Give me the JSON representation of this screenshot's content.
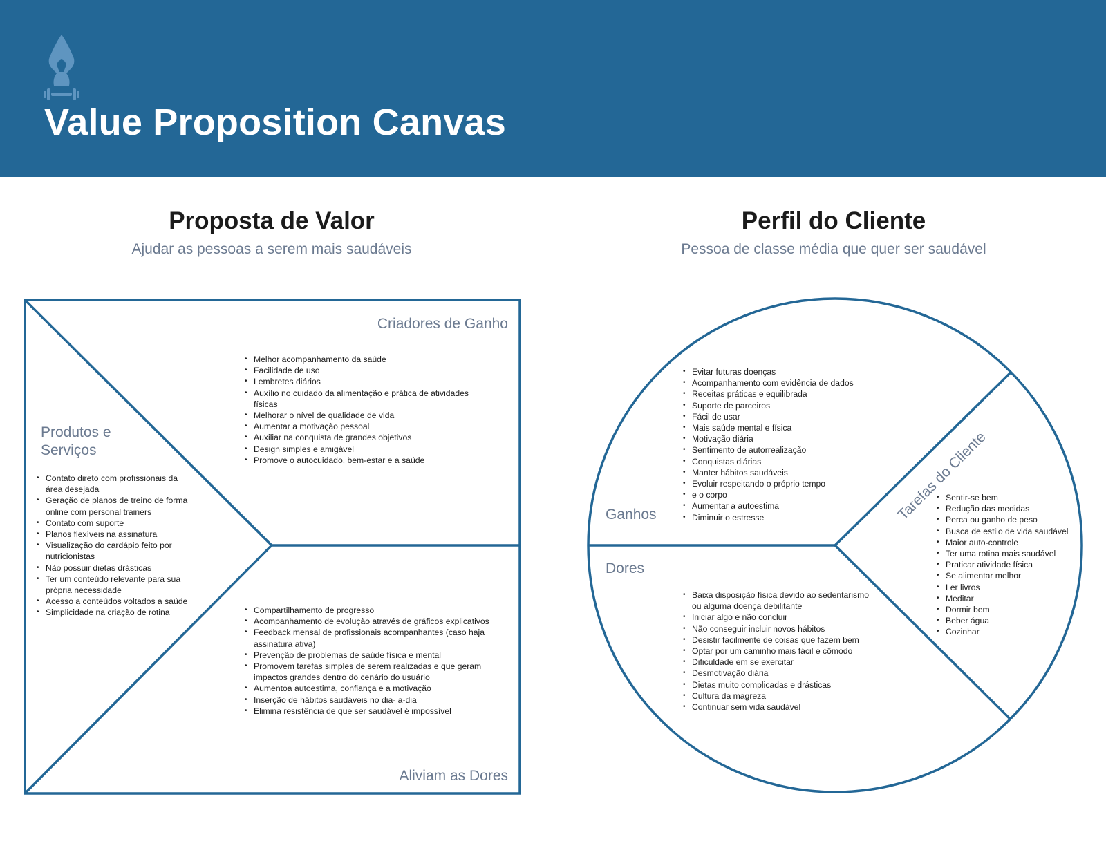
{
  "header": {
    "title": "Value Proposition Canvas",
    "logo_icon": "yoga-fitness-icon",
    "background_color": "#236796"
  },
  "value_proposition": {
    "title": "Proposta de Valor",
    "subtitle": "Ajudar as pessoas a serem mais saudáveis",
    "gain_creators": {
      "label": "Criadores de Ganho",
      "items": [
        "Melhor acompanhamento da saúde",
        "Facilidade de uso",
        "Lembretes diários",
        "Auxílio no cuidado da alimentação e prática de atividades físicas",
        "Melhorar o nível de qualidade de vida",
        "Aumentar a motivação pessoal",
        "Auxiliar na conquista de grandes objetivos",
        "Design simples e amigável",
        "Promove o autocuidado, bem-estar e a saúde"
      ]
    },
    "products_services": {
      "label": "Produtos e Serviços",
      "items": [
        "Contato direto com profissionais da área desejada",
        "Geração de planos de treino de forma online com personal trainers",
        "Contato com suporte",
        "Planos flexíveis na assinatura",
        "Visualização do cardápio feito por nutricionistas",
        "Não possuir dietas drásticas",
        "Ter um conteúdo relevante para sua própria necessidade",
        "Acesso a conteúdos voltados a saúde",
        "Simplicidade na criação de rotina"
      ]
    },
    "pain_relievers": {
      "label": "Aliviam as Dores",
      "items": [
        "Compartilhamento de progresso",
        "Acompanhamento de evolução através de gráficos explicativos",
        "Feedback mensal de profissionais acompanhantes (caso haja assinatura ativa)",
        "Prevenção de problemas de saúde física e mental",
        "Promovem tarefas simples de serem realizadas e que geram impactos grandes dentro do cenário do usuário",
        "Aumentoa autoestima, confiança e a motivação",
        "Inserção de hábitos saudáveis no dia- a-dia",
        "Elimina resistência de que ser saudável é impossível"
      ]
    }
  },
  "customer_profile": {
    "title": "Perfil do Cliente",
    "subtitle": "Pessoa de classe média que quer ser saudável",
    "gains": {
      "label": "Ganhos",
      "items": [
        "Evitar futuras doenças",
        "Acompanhamento com evidência de dados",
        "Receitas práticas e equilibrada",
        "Suporte de parceiros",
        "Fácil de usar",
        "Mais saúde mental e física",
        "Motivação diária",
        "Sentimento de autorrealização",
        "Conquistas diárias",
        "Manter hábitos saudáveis",
        "Evoluir respeitando o próprio tempo",
        "e o corpo",
        "Aumentar a autoestima",
        "Diminuir o estresse"
      ]
    },
    "pains": {
      "label": "Dores",
      "items": [
        "Baixa disposição física devido ao sedentarismo ou alguma doença debilitante",
        "Iniciar algo e não concluir",
        "Não conseguir incluir novos hábitos",
        "Desistir facilmente de coisas que fazem bem",
        "Optar por um caminho mais fácil e cômodo",
        "Dificuldade em se exercitar",
        "Desmotivação diária",
        "Dietas muito complicadas e drásticas",
        "Cultura da magreza",
        "Continuar sem vida saudável"
      ]
    },
    "customer_jobs": {
      "label": "Tarefas do Cliente",
      "items": [
        "Sentir-se bem",
        "Redução das medidas",
        "Perca ou ganho de peso",
        "Busca de estilo de vida saudável",
        "Maior auto-controle",
        "Ter uma rotina mais saudável",
        "Praticar atividade física",
        "Se alimentar melhor",
        "Ler livros",
        "Meditar",
        "Dormir bem",
        "Beber água",
        "Cozinhar"
      ]
    }
  },
  "colors": {
    "accent": "#236796",
    "label_gray": "#6b7a90"
  }
}
